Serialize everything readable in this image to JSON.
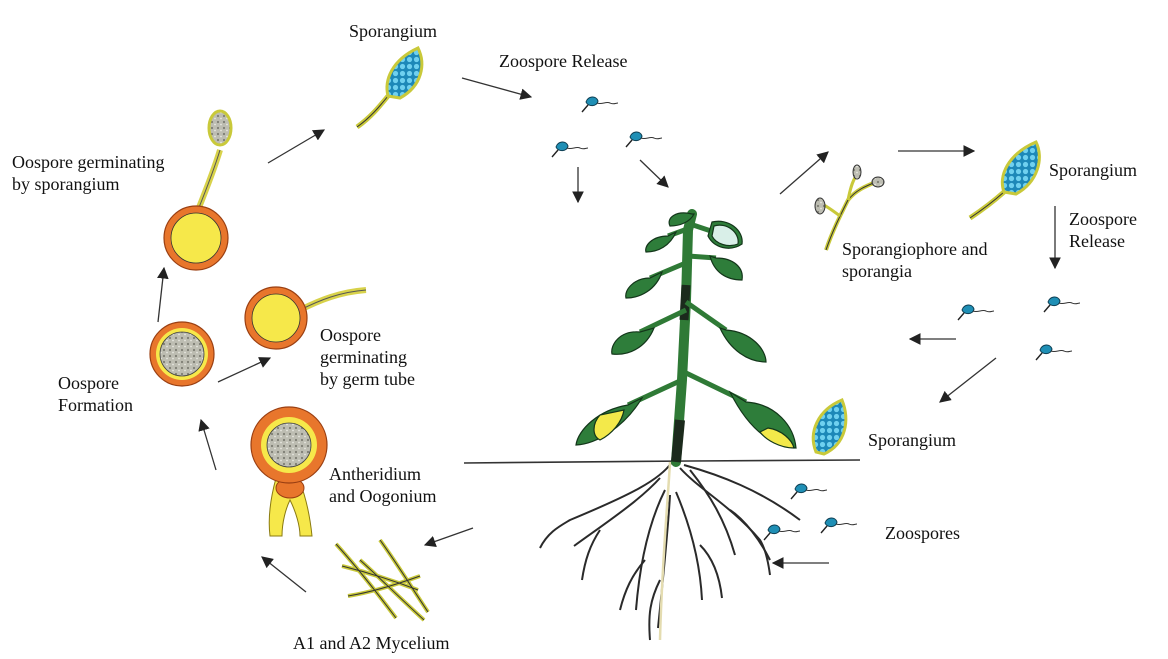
{
  "labels": {
    "sporangium_top": "Sporangium",
    "zoospore_release_top": "Zoospore Release",
    "oospore_germ_sporangium": "Oospore germinating\nby sporangium",
    "sporangium_right": "Sporangium",
    "zoospore_release_right": "Zoospore\nRelease",
    "sporangiophore": "Sporangiophore and\nsporangia",
    "oospore_germ_tube": "Oospore\ngerminating\nby germ tube",
    "oospore_formation": "Oospore\nFormation",
    "sporangium_bottom": "Sporangium",
    "antheridium": "Antheridium\nand Oogonium",
    "zoospores": "Zoospores",
    "mycelium": "A1 and A2 Mycelium"
  },
  "colors": {
    "leaf_green": "#2e7d3a",
    "stem_green": "#2f7a36",
    "stem_dark": "#1b2a1c",
    "lesion_yellow": "#f3e94a",
    "lesion_white": "#d9efe8",
    "oospore_orange": "#e8762c",
    "oospore_yellow": "#f6e84a",
    "oospore_grey": "#b9b9ae",
    "zoospore_blue": "#1f8fb5",
    "sporangium_blue": "#36a9d8",
    "sporangium_rim": "#d7d84a",
    "root_dark": "#2a2a2a",
    "arrow": "#333333"
  }
}
